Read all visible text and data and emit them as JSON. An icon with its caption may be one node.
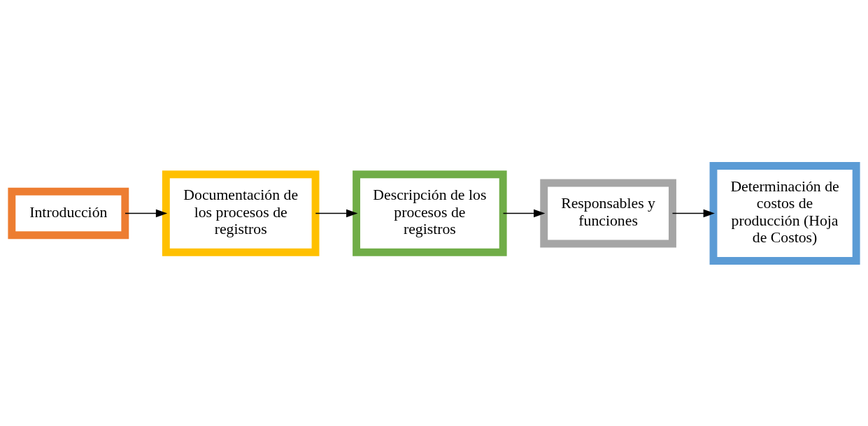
{
  "diagram": {
    "nodes": [
      {
        "text": [
          "Introducción"
        ]
      },
      {
        "text": [
          "Documentación de los procesos de registros"
        ]
      },
      {
        "text": [
          "Descripción de los procesos de registros"
        ]
      },
      {
        "text": [
          "Responsables y funciones"
        ]
      },
      {
        "text": [
          "Determinación de costos de producción (Hoja de Costos)"
        ]
      }
    ],
    "edges": [
      {
        "from": 0,
        "to": 1,
        "arrow": "to"
      },
      {
        "from": 1,
        "to": 2,
        "arrow": "to"
      },
      {
        "from": 2,
        "to": 3,
        "arrow": "to"
      },
      {
        "from": 3,
        "to": 4,
        "arrow": "to"
      }
    ]
  }
}
